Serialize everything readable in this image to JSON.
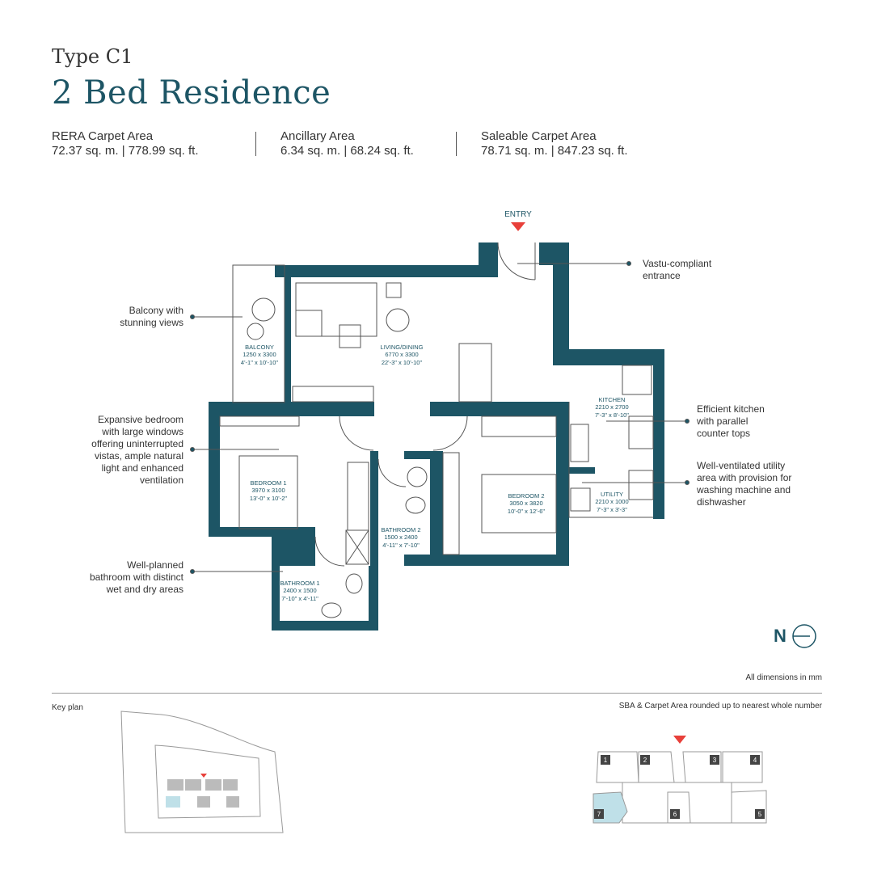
{
  "header": {
    "type_label": "Type C1",
    "title": "2 Bed Residence"
  },
  "areas": [
    {
      "label": "RERA Carpet Area",
      "value": "72.37 sq. m. | 778.99 sq. ft."
    },
    {
      "label": "Ancillary Area",
      "value": "6.34 sq. m. | 68.24 sq. ft."
    },
    {
      "label": "Saleable Carpet Area",
      "value": "78.71 sq. m. | 847.23 sq. ft."
    }
  ],
  "plan": {
    "entry_label": "ENTRY",
    "rooms": {
      "balcony": {
        "name": "BALCONY",
        "mm": "1250 x 3300",
        "ft": "4'-1\" x 10'-10\""
      },
      "living": {
        "name": "LIVING/DINING",
        "mm": "6770 x 3300",
        "ft": "22'-3\" x 10'-10\""
      },
      "kitchen": {
        "name": "KITCHEN",
        "mm": "2210 x 2700",
        "ft": "7'-3\" x 8'-10\""
      },
      "utility": {
        "name": "UTILITY",
        "mm": "2210 x 1000",
        "ft": "7'-3\" x 3'-3\""
      },
      "bedroom1": {
        "name": "BEDROOM 1",
        "mm": "3970 x 3100",
        "ft": "13'-0\" x 10'-2\""
      },
      "bedroom2": {
        "name": "BEDROOM 2",
        "mm": "3050 x 3820",
        "ft": "10'-0\" x 12'-6\""
      },
      "bathroom1": {
        "name": "BATHROOM 1",
        "mm": "2400 x 1500",
        "ft": "7'-10\" x 4'-11\""
      },
      "bathroom2": {
        "name": "BATHROOM 2",
        "mm": "1500 x 2400",
        "ft": "4'-11\" x 7'-10\""
      }
    }
  },
  "annotations": {
    "balcony": [
      "Balcony with",
      "stunning views"
    ],
    "bedroom": [
      "Expansive bedroom",
      "with large windows",
      "offering uninterrupted",
      "vistas,  ample natural",
      "light and enhanced",
      "ventilation"
    ],
    "bathroom": [
      "Well-planned",
      "bathroom with distinct",
      "wet and dry areas"
    ],
    "entrance": [
      "Vastu-compliant",
      "entrance"
    ],
    "kitchen": [
      "Efficient kitchen",
      "with parallel",
      "counter tops"
    ],
    "utility": [
      "Well-ventilated utility",
      "area with provision for",
      "washing machine and",
      "dishwasher"
    ]
  },
  "north_label": "N",
  "notes": {
    "dimensions": "All dimensions in mm",
    "rounding": "SBA & Carpet Area rounded up to nearest whole number"
  },
  "key_plan": {
    "label": "Key plan",
    "units": [
      "1",
      "2",
      "3",
      "4",
      "5",
      "6",
      "7"
    ],
    "highlighted_unit": "7"
  },
  "colors": {
    "wall": "#1d5565",
    "highlight": "#bfe0e8",
    "entry_marker": "#e8403a"
  }
}
